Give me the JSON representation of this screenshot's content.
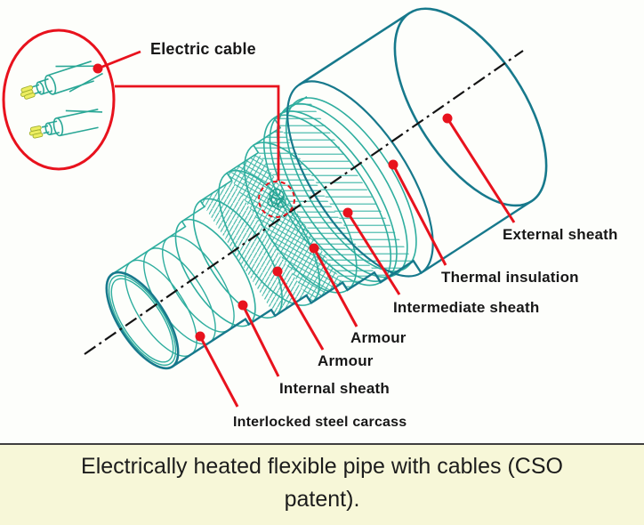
{
  "figure": {
    "type": "technical-cutaway-diagram",
    "subject": "Electrically heated flexible pipe with embedded electric cables"
  },
  "labels": {
    "electric_cable": "Electric cable",
    "external_sheath": "External sheath",
    "thermal_insulation": "Thermal insulation",
    "intermediate_sheath": "Intermediate sheath",
    "armour_upper": "Armour",
    "armour_lower": "Armour",
    "internal_sheath": "Internal sheath",
    "interlocked_steel_carcass": "Interlocked steel carcass"
  },
  "caption": {
    "line1": "Electrically heated flexible pipe with cables (CSO",
    "line2": "patent)."
  },
  "colors": {
    "outline_teal": "#17798c",
    "hatch_teal": "#35b3a4",
    "leader_red": "#e8121d",
    "wire_yellow": "#edee61",
    "wire_outline_olive": "#9fae2e",
    "centerline_black": "#141414",
    "label_text": "#171717",
    "caption_background": "#f7f7d8",
    "caption_rule": "#3f3f3f",
    "diagram_background": "#fdfefb"
  },
  "icons": {
    "detail_balloon": "magnifier-callout-circle",
    "cable_marker": "cable-cross-section-marker",
    "axis": "pipe-centerline"
  }
}
